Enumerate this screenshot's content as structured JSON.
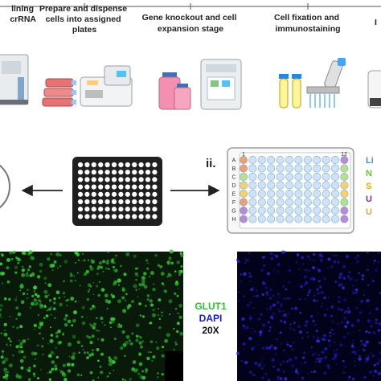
{
  "timeline": {
    "steps": [
      {
        "id": "step1",
        "lines": [
          "lining",
          "crRNA"
        ]
      },
      {
        "id": "step2",
        "lines": [
          "Prepare and dispense",
          "cells into assigned",
          "plates"
        ]
      },
      {
        "id": "step3",
        "lines": [
          "Gene knockout and cell",
          "expansion stage"
        ]
      },
      {
        "id": "step4",
        "lines": [
          "Cell fixation and",
          "immunostaining"
        ]
      },
      {
        "id": "step5",
        "lines": [
          "I"
        ]
      }
    ]
  },
  "plate": {
    "roman": "ii.",
    "rows": [
      "A",
      "B",
      "C",
      "D",
      "E",
      "F",
      "G",
      "H"
    ],
    "col_first": "1",
    "col_last": "12",
    "left_col_colors": [
      "#f0a070",
      "#f0a070",
      "#b6e08a",
      "#f5d36a",
      "#f5d36a",
      "#f0a070",
      "#b98ad6",
      "#b98ad6"
    ],
    "right_col_colors": [
      "#b98ad6",
      "#b6e08a",
      "#b6e08a",
      "#f5d36a",
      "#f5d36a",
      "#b6e08a",
      "#b98ad6",
      "#b98ad6"
    ],
    "well_fill": "#cfe3f7"
  },
  "side_legend": [
    {
      "text": "Li",
      "color": "#4a90c8"
    },
    {
      "text": "N",
      "color": "#6cbf3a"
    },
    {
      "text": "S",
      "color": "#e0b000"
    },
    {
      "text": "U",
      "color": "#7a2c9e"
    },
    {
      "text": "U",
      "color": "#e0a050"
    }
  ],
  "micro_legend": {
    "items": [
      {
        "text": "GLUT1",
        "color": "#2fbf2f"
      },
      {
        "text": "DAPI",
        "color": "#1a1acc"
      },
      {
        "text": "20X",
        "color": "#111111"
      }
    ]
  },
  "colors": {
    "plate_black": "#1f1f1f",
    "green_panel": "#0a1a0a",
    "blue_panel": "#02021a",
    "arrow": "#222222"
  }
}
